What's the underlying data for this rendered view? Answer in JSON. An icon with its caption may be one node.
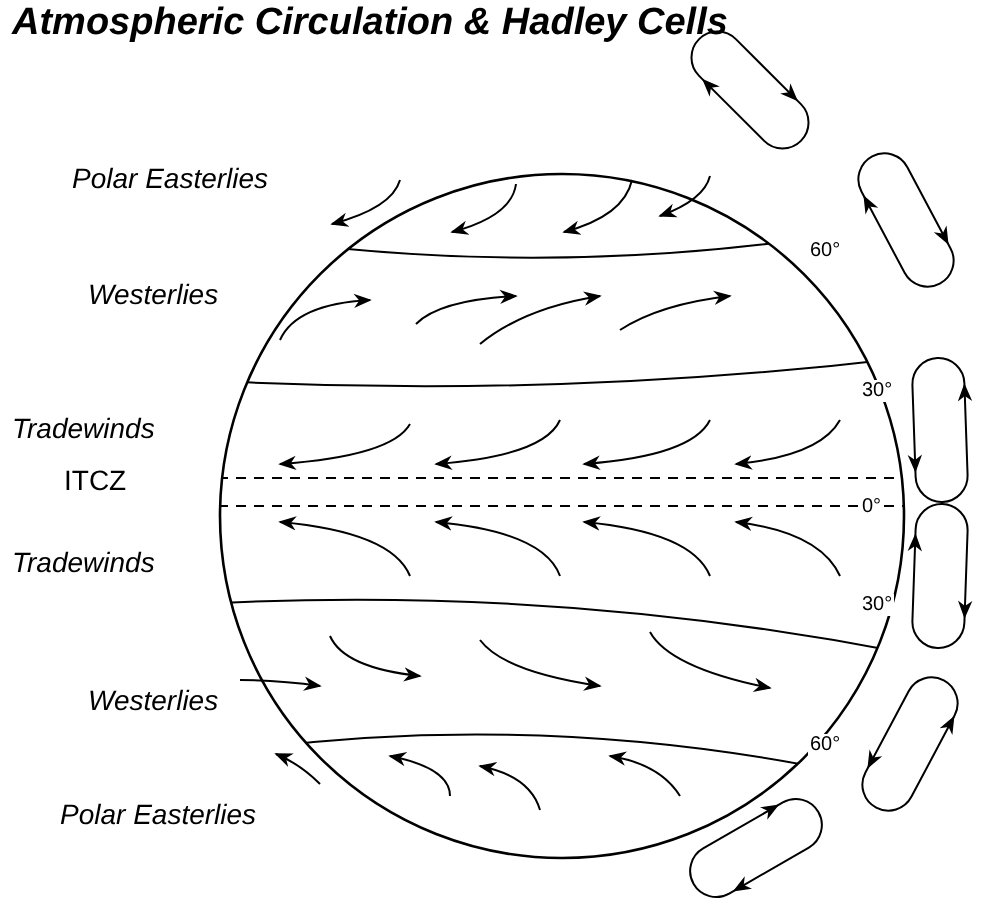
{
  "diagram": {
    "title": "Atmospheric Circulation & Hadley Cells",
    "labels": [
      "Polar Easterlies",
      "60°",
      "Westerlies",
      "30°",
      "Tradewinds",
      "ITCZ",
      "0°",
      "Tradewinds",
      "30°",
      "Westerlies",
      "60°",
      "Polar Easterlies"
    ]
  }
}
